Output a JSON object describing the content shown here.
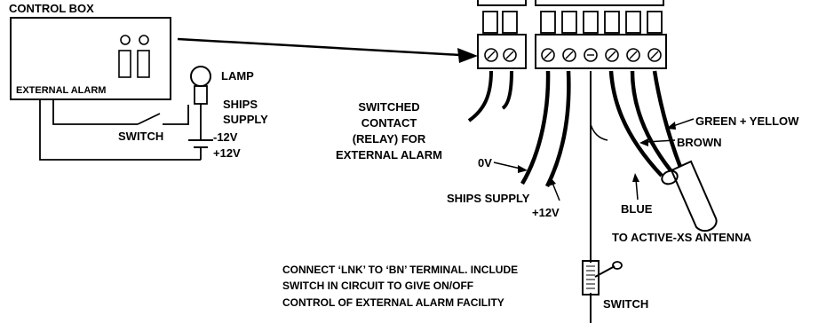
{
  "labels": {
    "control_box": "CONTROL BOX",
    "external_alarm": "EXTERNAL ALARM",
    "lamp": "LAMP",
    "ships": "SHIPS",
    "supply": "SUPPLY",
    "switch_left": "SWITCH",
    "minus_12v": "-12V",
    "plus_12v_left": "+12V",
    "switched": "SWITCHED",
    "contact": "CONTACT",
    "relay_for": "(RELAY) FOR",
    "external_alarm_mid": "EXTERNAL ALARM",
    "zero_v": "0V",
    "ships_supply": "SHIPS SUPPLY",
    "plus_12v_mid": "+12V",
    "green_yellow": "GREEN + YELLOW",
    "brown": "BROWN",
    "blue": "BLUE",
    "to_antenna": "TO ACTIVE-XS ANTENNA",
    "switch_bottom": "SWITCH"
  },
  "note": {
    "line1": "CONNECT ‘LNK’ TO ‘BN’ TERMINAL. INCLUDE",
    "line2": "SWITCH IN CIRCUIT TO GIVE ON/OFF",
    "line3": "CONTROL OF EXTERNAL ALARM FACILITY"
  },
  "colors": {
    "ink": "#000000",
    "background": "#ffffff"
  }
}
